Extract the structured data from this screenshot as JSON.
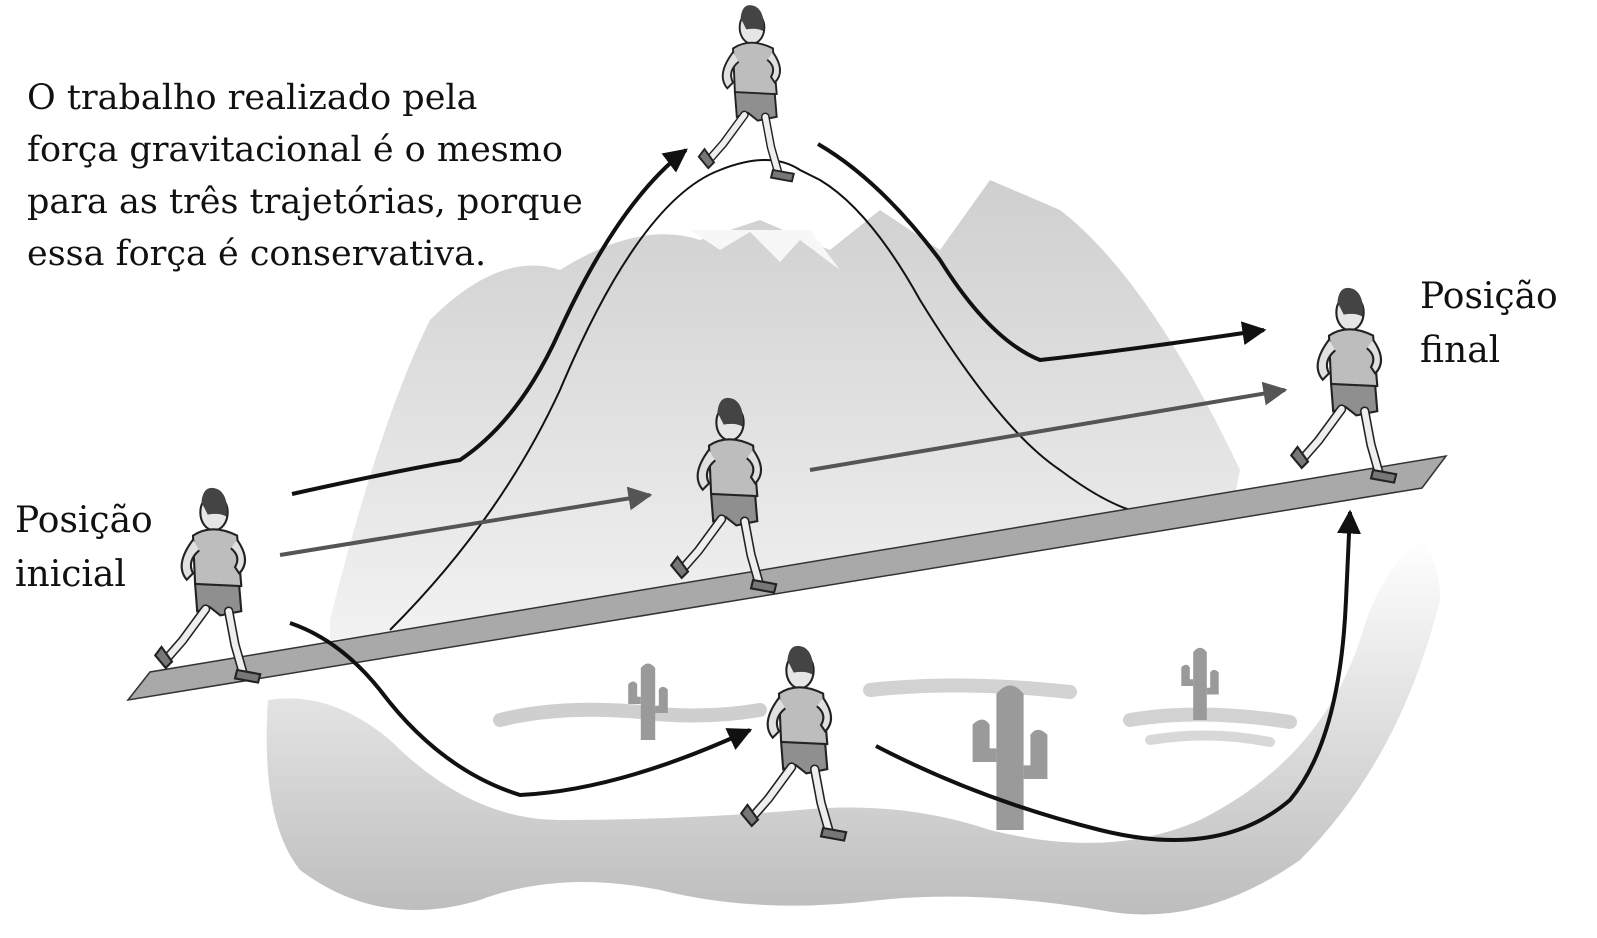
{
  "caption": {
    "lines": [
      "O trabalho realizado pela",
      "força gravitacional é o mesmo",
      "para as três trajetórias, porque",
      "essa força é conservativa."
    ]
  },
  "labels": {
    "start": [
      "Posição",
      "inicial"
    ],
    "end": [
      "Posição",
      "final"
    ]
  },
  "colors": {
    "text": "#111111",
    "path_over_mountain": "#111111",
    "path_straight": "#555555",
    "path_through_valley": "#111111",
    "mountain_fill": "#dcdcdc",
    "track_fill": "#a9a9a9",
    "runner_fill": "#bdbdbd"
  },
  "icons": [
    "runner-icon",
    "cactus-icon",
    "mountain-icon"
  ]
}
